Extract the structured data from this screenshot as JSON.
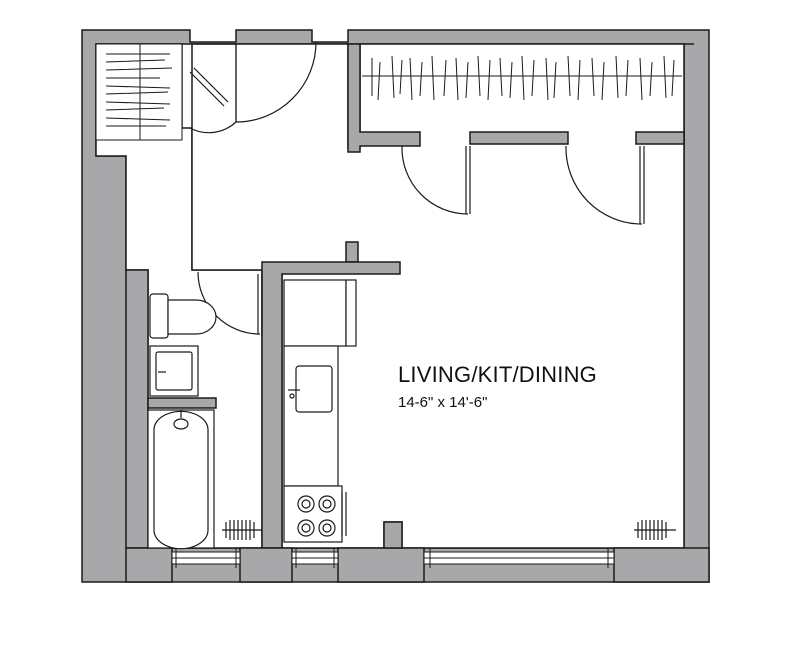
{
  "plan": {
    "rooms": [
      {
        "name": "LIVING/KIT/DINING",
        "dimensions": "14-6\" x 14'-6\""
      }
    ],
    "colors": {
      "wall_fill": "#a8a8aa",
      "wall_stroke": "#1a1a1a",
      "fixture_stroke": "#1a1a1a",
      "background": "#ffffff"
    },
    "fixtures": [
      "closet-hanging-rod",
      "toilet",
      "bathroom-sink",
      "bathtub",
      "radiator",
      "refrigerator",
      "kitchen-sink",
      "stove",
      "window"
    ]
  }
}
